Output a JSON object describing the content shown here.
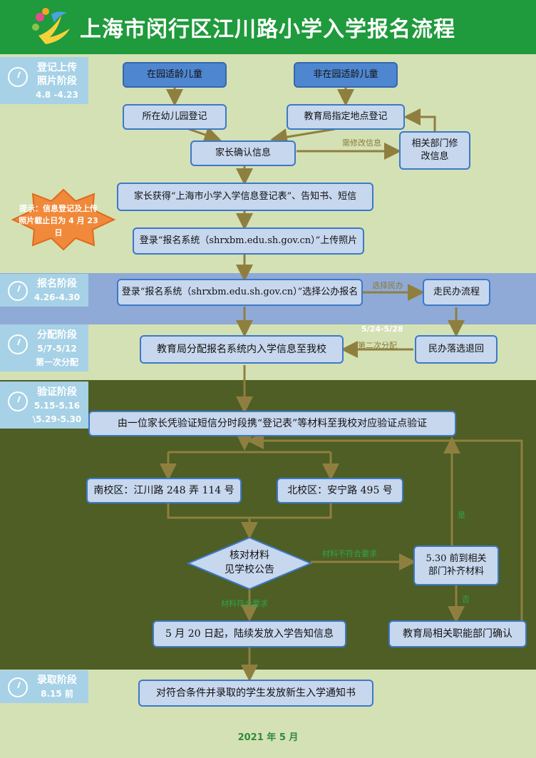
{
  "header": {
    "title": "上海市闵行区江川路小学入学报名流程"
  },
  "stages": [
    {
      "line1": "登记上传",
      "line2": "照片阶段",
      "line3": "4.8 -4.23"
    },
    {
      "line1": "报名阶段",
      "line2": "4.26-4.30",
      "line3": ""
    },
    {
      "line1": "分配阶段",
      "line2": "5/7-5/12",
      "line3": "第一次分配"
    },
    {
      "line1": "验证阶段",
      "line2": "5.15-5.16",
      "line3": "\\5.29-5.30"
    },
    {
      "line1": "录取阶段",
      "line2": "8.15 前",
      "line3": ""
    }
  ],
  "boxes": {
    "in_kindergarten": "在园适龄儿童",
    "not_in_kindergarten": "非在园适龄儿童",
    "kindergarten_register": "所在幼儿园登记",
    "bureau_register": "教育局指定地点登记",
    "related_dept_modify": "相关部门修改信息",
    "parent_confirm": "家长确认信息",
    "parent_receive": "家长获得“上海市小学入学信息登记表”、告知书、短信",
    "upload_photo": "登录“报名系统（shrxbm.edu.sh.gov.cn）”上传照片",
    "choose_public": "登录“报名系统（shrxbm.edu.sh.gov.cn）”选择公办报名",
    "private_process": "走民办流程",
    "bureau_assign": "教育局分配报名系统内入学信息至我校",
    "private_fail": "民办落选退回",
    "verify": "由一位家长凭验证短信分时段携“登记表”等材料至我校对应验证点验证",
    "south_campus": "南校区：江川路 248 弄 114 号",
    "north_campus": "北校区：安宁路 495 号",
    "check_materials": "核对材料\n见学校公告",
    "supplement": "5.30 前到相关部门补齐材料",
    "notice_issue": "5 月 20 日起，陆续发放入学告知信息",
    "bureau_confirm": "教育局相关职能部门确认",
    "admission": "对符合条件并录取的学生发放新生入学通知书"
  },
  "labels": {
    "need_modify": "需修改信息",
    "choose_private": "选择民办",
    "second_date": "5/24-5/28",
    "second_assign": "第二次分配",
    "not_meet": "材料不符合要求",
    "meet": "材料符合要求",
    "yes": "是",
    "no": "否"
  },
  "tip": {
    "text": "提示：信息登记及上传照片截止日为 4 月 23 日"
  },
  "footer": {
    "date": "2021 年 5 月"
  },
  "colors": {
    "header": "#1f9a3c",
    "background": "#d4e1b4",
    "stage_tab": "#a6d1e6",
    "box_fill": "#c7d7ee",
    "box_border": "#3c79c8",
    "arrow": "#8f7f3f",
    "dark_band": "#4e5e24",
    "blue_band": "#8faad6",
    "tip_star": "#f0893a"
  }
}
